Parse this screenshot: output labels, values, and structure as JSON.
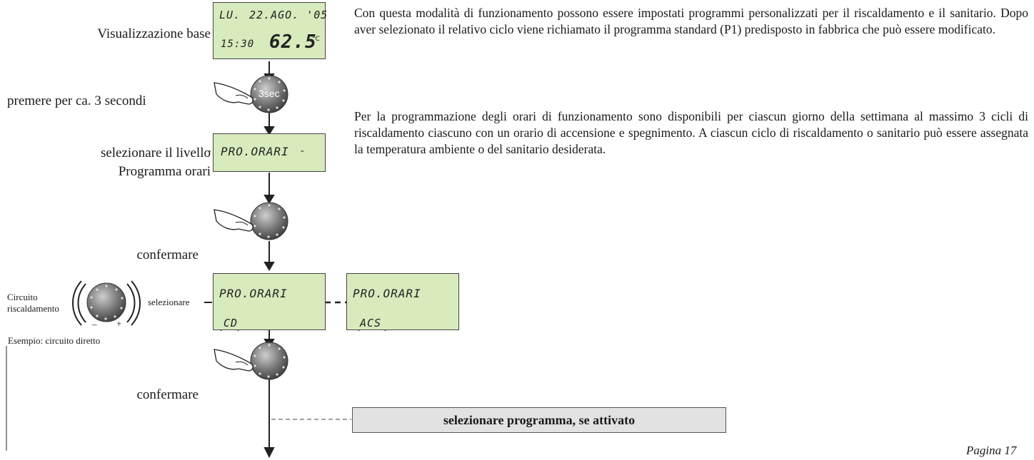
{
  "steps": {
    "base_display": "Visualizzazione base",
    "press": "premere per ca. 3 secondi",
    "select_level_1": "selezionare il livello",
    "select_level_2": "Programma orari",
    "confirm_1": "confermare",
    "select": "selezionare",
    "confirm_2": "confermare"
  },
  "lcd_base": {
    "day": "LU.",
    "date": "22.AGO. '05",
    "time": "15:30",
    "temp": "62.5",
    "unit": "°C"
  },
  "knob_press_label": "3sec",
  "lcd_prog": {
    "text": "PRO.ORARI"
  },
  "lcd_cd": {
    "line1": "PRO.ORARI",
    "line2": "CD"
  },
  "lcd_acs": {
    "line1": "PRO.ORARI",
    "line2": "ACS"
  },
  "circuit": {
    "label_1": "Circuito",
    "label_2": "riscaldamento",
    "example": "Esempio: circuito diretto",
    "minus": "–",
    "plus": "+"
  },
  "para1": "Con questa modalità di funzionamento possono essere impostati programmi personalizzati per il riscaldamento e il sanitario. Dopo aver selezionato il relativo ciclo viene richiamato il programma standard (P1) predisposto in fabbrica che può essere modificato.",
  "para2": "Per la programmazione degli orari di funzionamento sono disponibili per ciascun giorno della settimana al massimo 3 cicli di riscaldamento ciascuno con un orario di accensione e spegnimento. A ciascun ciclo di riscaldamento o sanitario può essere assegnata la temperatura ambiente o del sanitario desiderata.",
  "program_box": "selezionare programma, se attivato",
  "page_number": "Pagina 17"
}
